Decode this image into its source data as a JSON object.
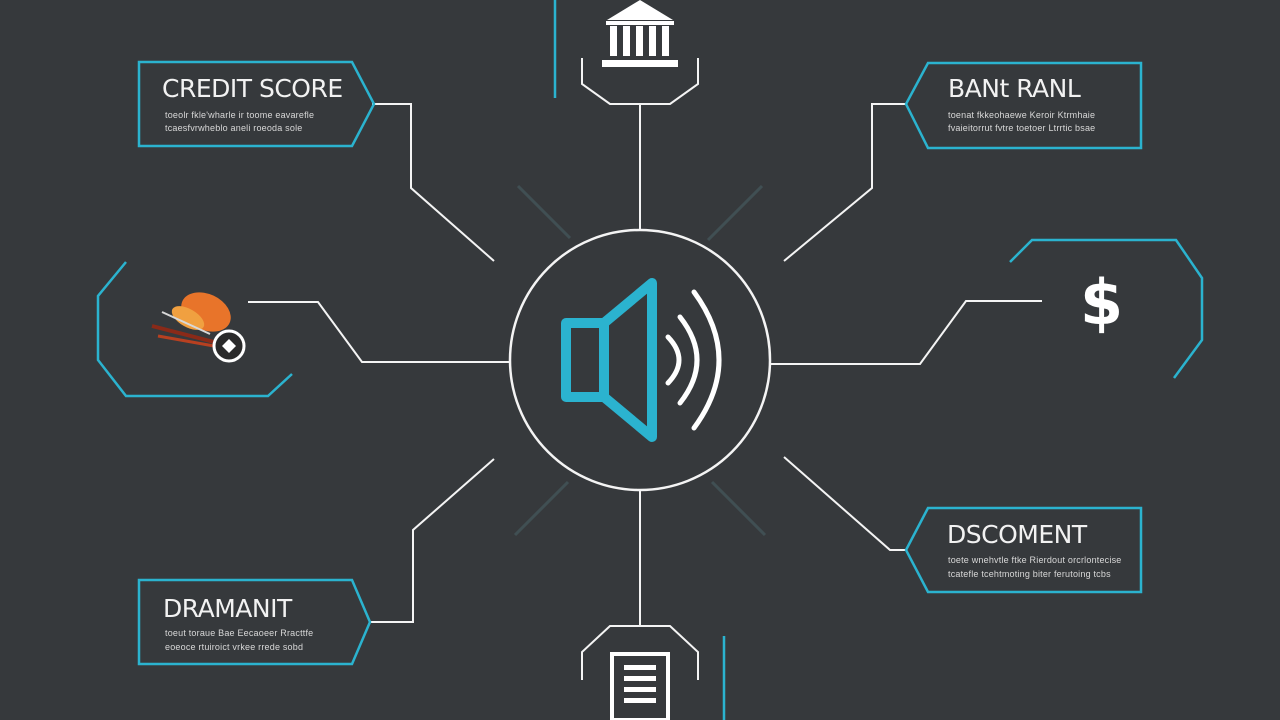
{
  "colors": {
    "background": "#36393c",
    "accent": "#2bb3cf",
    "line": "#f4f4f4",
    "icon_orange": "#e8742a",
    "icon_dark_red": "#8a2a18"
  },
  "center": {
    "icon": "speaker-icon"
  },
  "nodes": {
    "credit_score": {
      "title": "CREDIT SCORE",
      "line1": "toeolr fkle'wharle ir toome   eavarefle",
      "line2": "tcaesfvrwheblo   aneli roeoda sole"
    },
    "bank": {
      "title": "BANt RANL",
      "line1": "toenat fkkeohaewe Keroir  Ktrmhaie",
      "line2": "fvaieitorrut  fvtre toetoer Ltrrtic bsae"
    },
    "document": {
      "title": "DSCOMENT",
      "line1": "toete wnehvtle ftke Rierdout orcrlontecise",
      "line2": "tcatefle   tcehtmoting biter ferutoing tcbs"
    },
    "dramanit": {
      "title": "DRAMANIT",
      "line1": "toeut toraue Bae Eecaoeer   Rracttfe",
      "line2": "eoeoce rtuiroict  vrkee rrede  sobd"
    },
    "top_icon": "bank-icon",
    "bottom_icon": "document-icon",
    "left_icon": "scale-icon",
    "right_symbol": "$"
  }
}
